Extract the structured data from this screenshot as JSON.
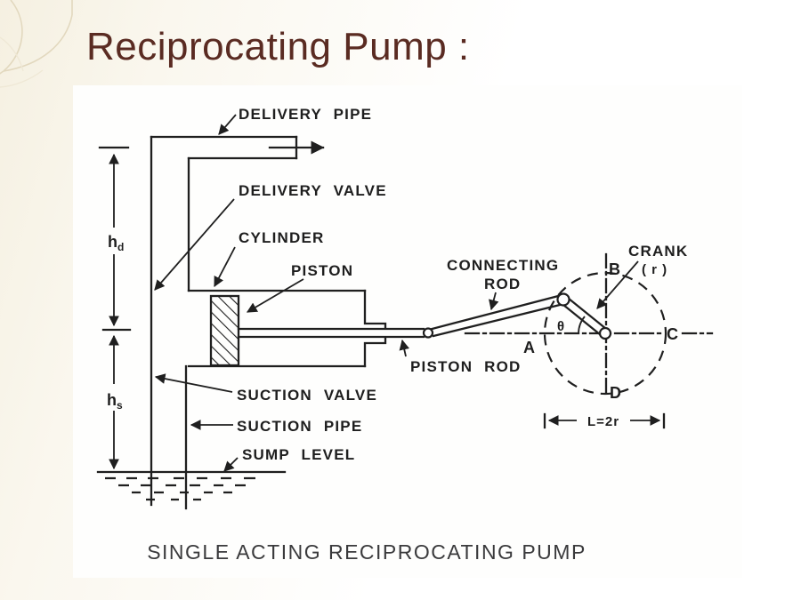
{
  "slide": {
    "title": "Reciprocating Pump :",
    "caption": "SINGLE ACTING RECIPROCATING PUMP"
  },
  "colors": {
    "background_left": "#F5F0E1",
    "background_right": "#FFFFFF",
    "title_text": "#5A2B22",
    "diagram_ink": "#1F1F1F",
    "caption_text": "#3A3A3C",
    "decoration_line": "#E2D8BE"
  },
  "diagram": {
    "labels": {
      "delivery_pipe": "DELIVERY PIPE",
      "delivery_valve": "DELIVERY VALVE",
      "cylinder": "CYLINDER",
      "piston": "PISTON",
      "piston_rod": "PISTON ROD",
      "connecting_rod_line1": "CONNECTING",
      "connecting_rod_line2": "ROD",
      "crank": "CRANK",
      "crank_radius": "( r )",
      "suction_valve": "SUCTION VALVE",
      "suction_pipe": "SUCTION PIPE",
      "sump_level": "SUMP LEVEL",
      "head_base": "h",
      "head_delivery_sub": "d",
      "head_suction_sub": "s",
      "point_a": "A",
      "point_b": "B",
      "point_c": "C",
      "point_d": "D",
      "theta": "θ",
      "stroke_length": "L=2r"
    }
  }
}
